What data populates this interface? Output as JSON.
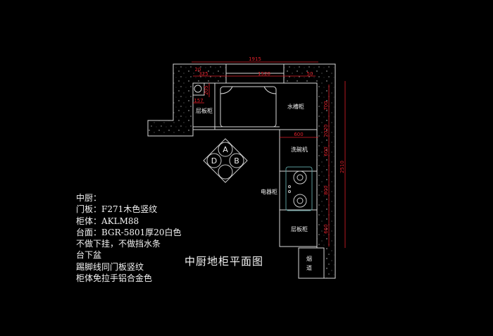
{
  "drawing": {
    "title": "中厨地柜平面图",
    "notes": [
      "中厨：",
      "门板：F271木色竖纹",
      "柜体：AKLM88",
      "台面：BGR-5801厚20白色",
      "不做下挂，不做挡水条",
      "台下盆",
      "踢脚线同门板竖纹",
      "柜体免拉手铝合金色"
    ],
    "labels": {
      "shelf_cabinet_top": "层板柜",
      "sink_cabinet": "水槽柜",
      "dishwasher": "洗碗机",
      "appliance_cabinet": "电器柜",
      "shelf_cabinet_bottom": "层板柜",
      "flue": [
        "烟",
        "道"
      ],
      "symbol_a": "A",
      "symbol_b": "B",
      "symbol_d": "D"
    },
    "dimensions": {
      "overall_top": "1915",
      "inner_top": "1520",
      "left_offset_20": "20",
      "left_325": "325",
      "right_50": "50",
      "vertical_205": "205",
      "horizontal_157": "157",
      "vertical_700": "700",
      "horizontal_600": "600",
      "right_20a": "20",
      "right_20": "20",
      "right_600": "600",
      "right_800": "800",
      "right_660": "660",
      "overall_right": "2510"
    },
    "colors": {
      "line": "#d8d8d8",
      "dim": "#e0202a",
      "stove": "#5a9a9a"
    }
  }
}
